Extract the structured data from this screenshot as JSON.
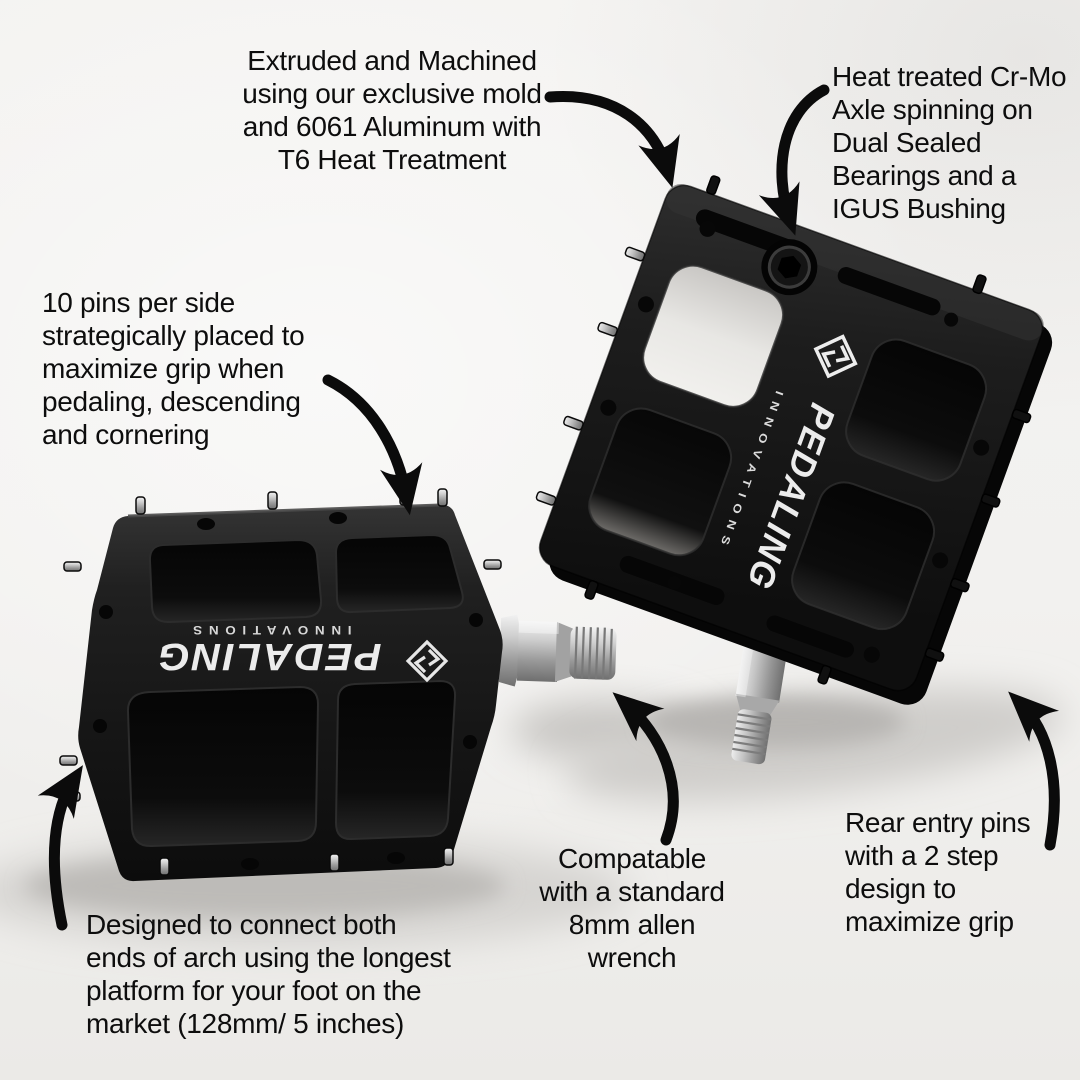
{
  "colors": {
    "background": "#f2f1ef",
    "text": "#0d0d0d",
    "arrow": "#0b0b0b",
    "pedal_black": "#1a1a1a",
    "logo_white": "#ececec",
    "spindle_silver": "#c7c7c7"
  },
  "brand": {
    "logo_text": "PEDALING",
    "logo_subtext": "INNOVATIONS"
  },
  "annotations": {
    "extrusion": {
      "text": "Extruded and Machined\nusing our exclusive mold\nand 6061 Aluminum with\nT6 Heat Treatment"
    },
    "axle": {
      "text": "Heat treated Cr-Mo\nAxle spinning on\nDual Sealed\nBearings and a\nIGUS Bushing"
    },
    "pins": {
      "text": "10 pins per side\nstrategically placed to\nmaximize grip when\npedaling, descending\nand cornering"
    },
    "platform": {
      "text": "Designed to connect both\nends of arch using the longest\nplatform for your foot on the\nmarket (128mm/ 5 inches)"
    },
    "wrench": {
      "text": "Compatable\nwith a standard\n8mm allen\nwrench"
    },
    "rear_pins": {
      "text": "Rear entry pins\nwith a 2 step\ndesign to\nmaximize grip"
    }
  }
}
